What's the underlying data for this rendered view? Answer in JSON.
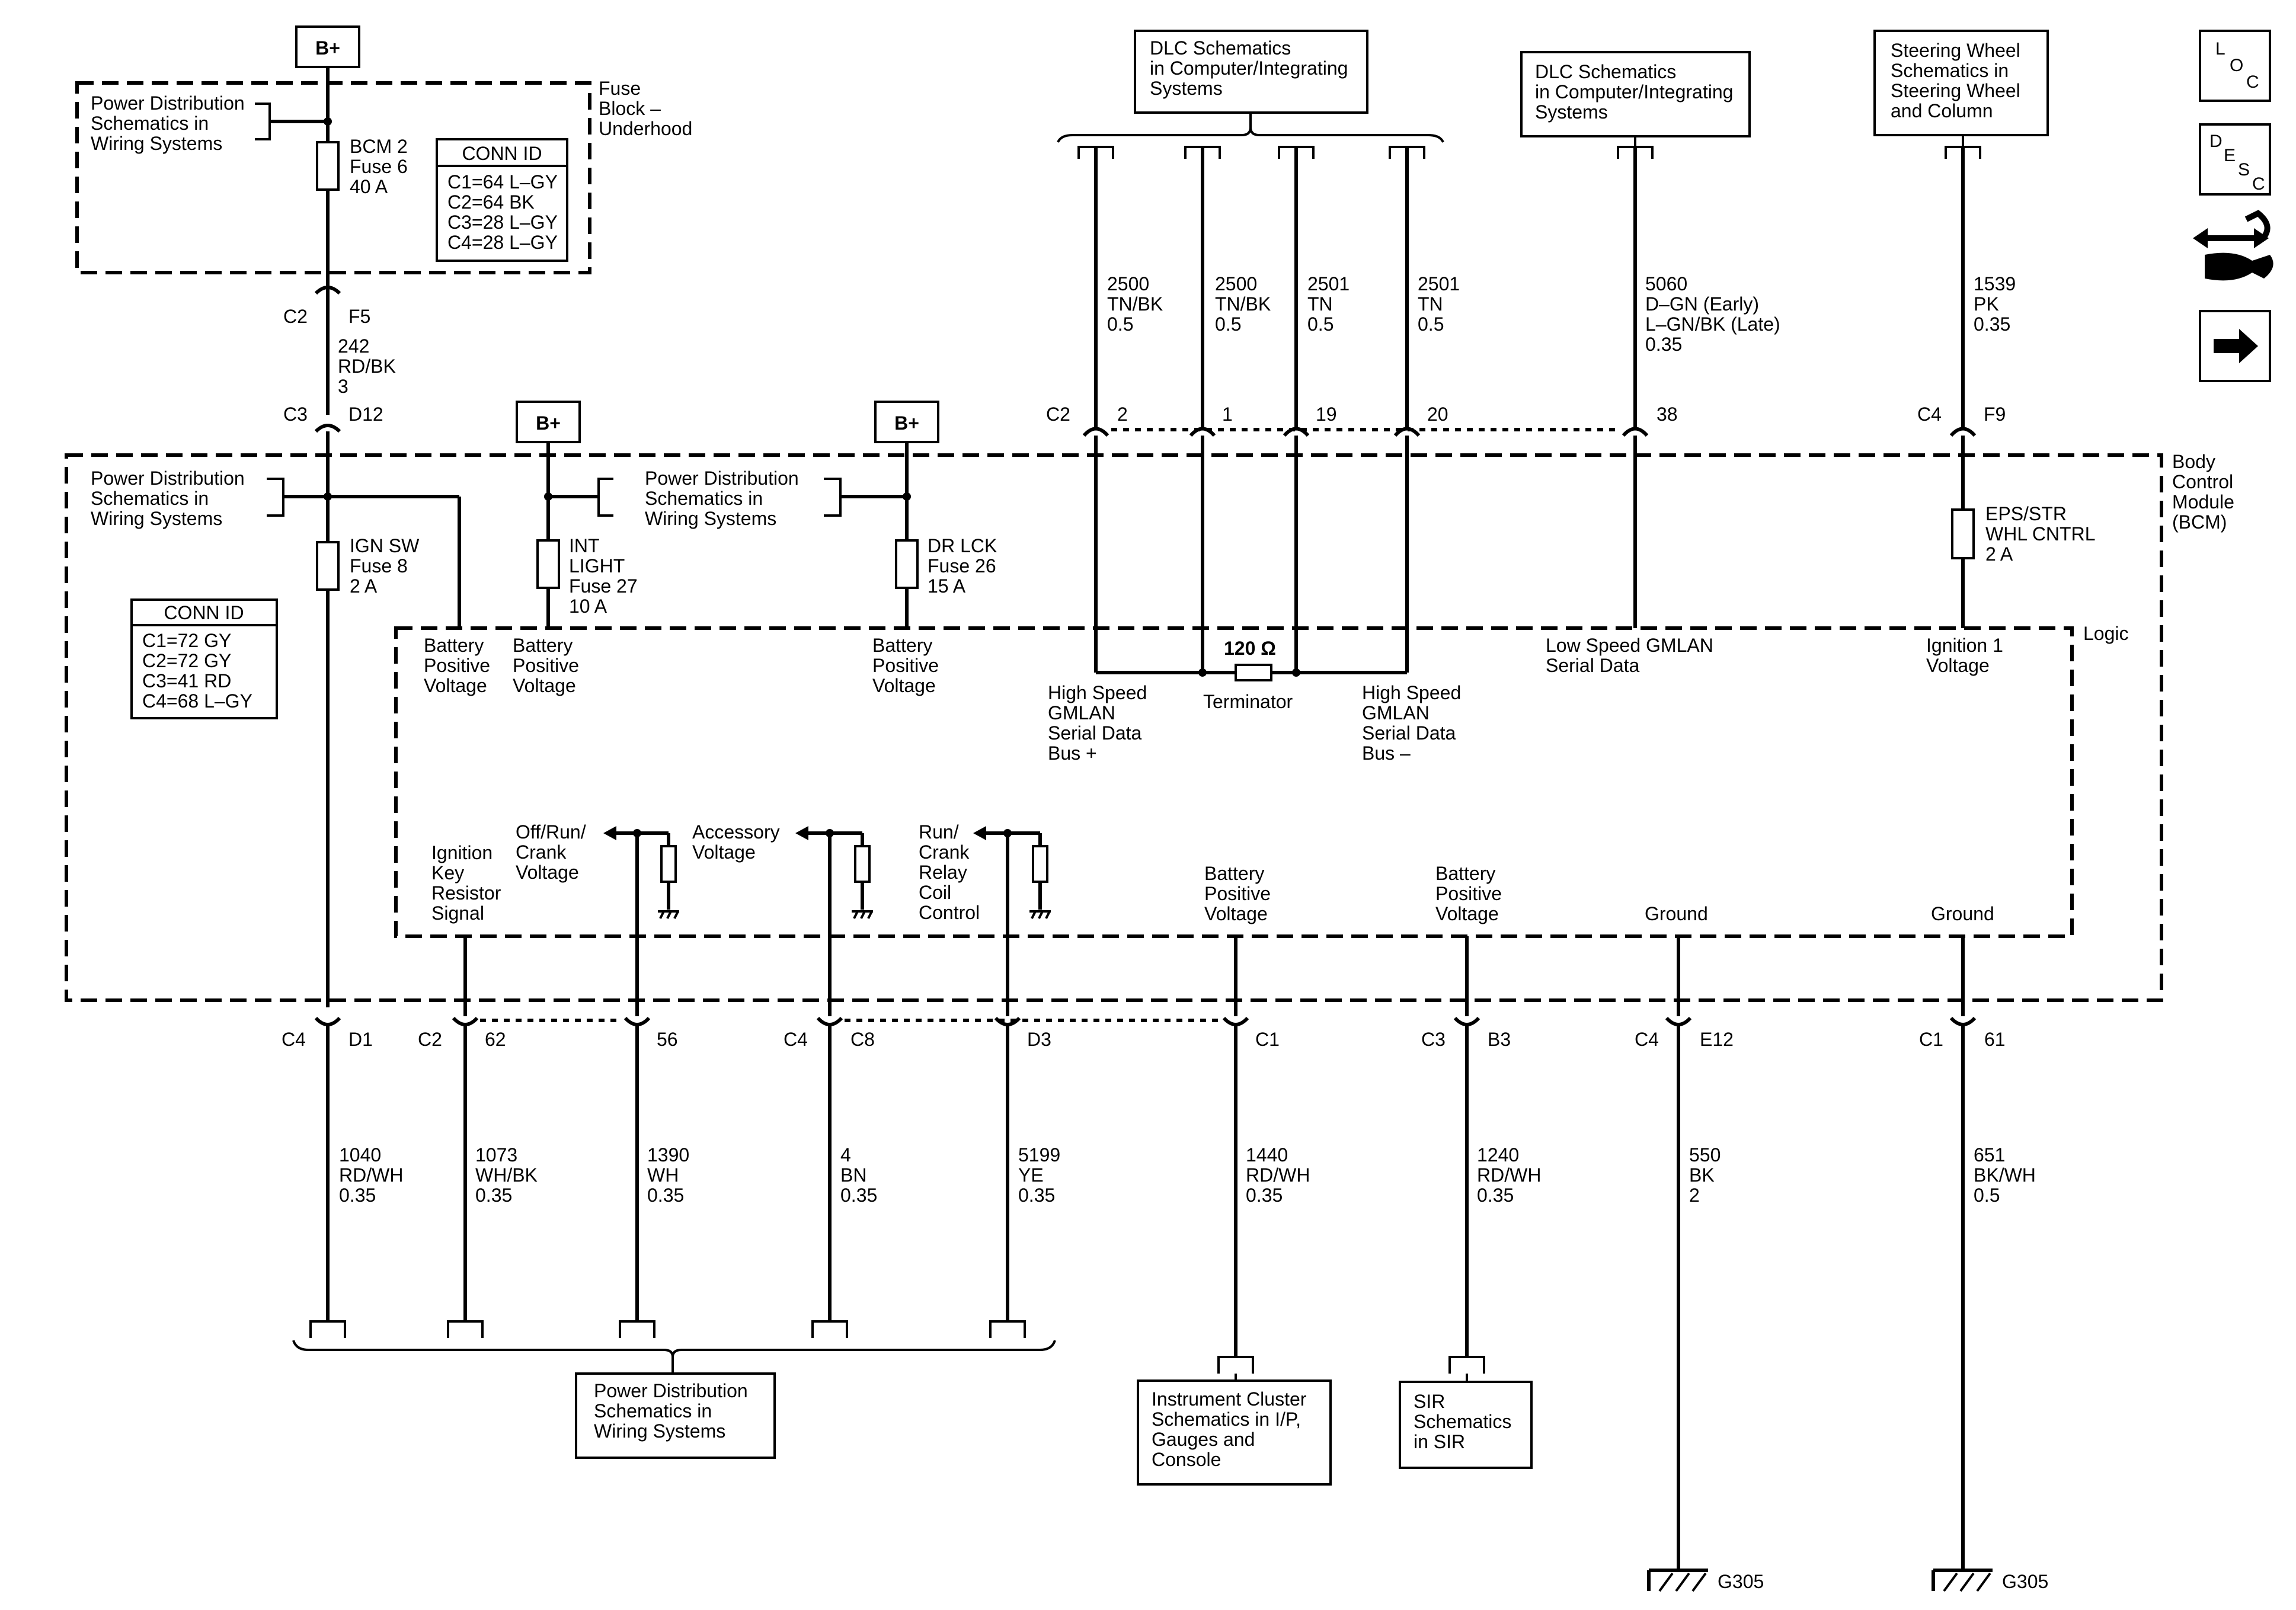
{
  "labels": {
    "bplus": "B+",
    "pd_line1": "Power Distribution",
    "pd_line2": "Schematics in",
    "pd_line3": "Wiring Systems",
    "fuse_block_1": "Fuse",
    "fuse_block_2": "Block –",
    "fuse_block_3": "Underhood",
    "bcm2_1": "BCM 2",
    "bcm2_2": "Fuse 6",
    "bcm2_3": "40 A",
    "conn_id": "CONN ID",
    "conn_top": [
      "C1=64 L–GY",
      "C2=64 BK",
      "C3=28 L–GY",
      "C4=28 L–GY"
    ],
    "conn_bcm": [
      "C1=72 GY",
      "C2=72 GY",
      "C3=41 RD",
      "C4=68 L–GY"
    ],
    "c2": "C2",
    "f5": "F5",
    "w242": [
      "242",
      "RD/BK",
      "3"
    ],
    "c3": "C3",
    "d12": "D12",
    "ign_sw": [
      "IGN SW",
      "Fuse 8",
      "2 A"
    ],
    "int_light": [
      "INT",
      "LIGHT",
      "Fuse 27",
      "10 A"
    ],
    "dr_lck": [
      "DR LCK",
      "Fuse 26",
      "15 A"
    ],
    "batt_pos": [
      "Battery",
      "Positive",
      "Voltage"
    ],
    "dlc_1": [
      "DLC Schematics",
      "in Computer/Integrating",
      "Systems"
    ],
    "dlc_2": [
      "DLC Schematics",
      "in Computer/Integrating",
      "Systems"
    ],
    "steer": [
      "Steering Wheel",
      "Schematics in",
      "Steering Wheel",
      "and Column"
    ],
    "w2500a": [
      "2500",
      "TN/BK",
      "0.5"
    ],
    "w2500b": [
      "2500",
      "TN/BK",
      "0.5"
    ],
    "w2501a": [
      "2501",
      "TN",
      "0.5"
    ],
    "w2501b": [
      "2501",
      "TN",
      "0.5"
    ],
    "w5060": [
      "5060",
      "D–GN (Early)",
      "L–GN/BK (Late)",
      "0.35"
    ],
    "w1539": [
      "1539",
      "PK",
      "0.35"
    ],
    "pin_c2": "C2",
    "pin_2": "2",
    "pin_1": "1",
    "pin_19": "19",
    "pin_20": "20",
    "pin_38": "38",
    "pin_c4": "C4",
    "pin_f9": "F9",
    "bcm_lbl": [
      "Body",
      "Control",
      "Module",
      "(BCM)"
    ],
    "eps": [
      "EPS/STR",
      "WHL CNTRL",
      "2 A"
    ],
    "logic": "Logic",
    "ohm": "120 Ω",
    "terminator": "Terminator",
    "hs_plus": [
      "High Speed",
      "GMLAN",
      "Serial Data",
      "Bus +"
    ],
    "hs_minus": [
      "High Speed",
      "GMLAN",
      "Serial Data",
      "Bus –"
    ],
    "ls_gmlan": [
      "Low Speed GMLAN",
      "Serial Data"
    ],
    "ign1": [
      "Ignition 1",
      "Voltage"
    ],
    "ign_key": [
      "Ignition",
      "Key",
      "Resistor",
      "Signal"
    ],
    "off_run": [
      "Off/Run/",
      "Crank",
      "Voltage"
    ],
    "accessory": [
      "Accessory",
      "Voltage"
    ],
    "run_crank": [
      "Run/",
      "Crank",
      "Relay",
      "Coil",
      "Control"
    ],
    "ground": "Ground",
    "bottom_pins": {
      "c4a": "C4",
      "d1": "D1",
      "c2b": "C2",
      "p62": "62",
      "p56": "56",
      "c4b": "C4",
      "c8": "C8",
      "d3": "D3",
      "c1a": "C1",
      "c3b": "C3",
      "b3": "B3",
      "c4c": "C4",
      "e12": "E12",
      "c1b": "C1",
      "p61": "61"
    },
    "w1040": [
      "1040",
      "RD/WH",
      "0.35"
    ],
    "w1073": [
      "1073",
      "WH/BK",
      "0.35"
    ],
    "w1390": [
      "1390",
      "WH",
      "0.35"
    ],
    "w4": [
      "4",
      "BN",
      "0.35"
    ],
    "w5199": [
      "5199",
      "YE",
      "0.35"
    ],
    "w1440": [
      "1440",
      "RD/WH",
      "0.35"
    ],
    "w1240": [
      "1240",
      "RD/WH",
      "0.35"
    ],
    "w550": [
      "550",
      "BK",
      "2"
    ],
    "w651": [
      "651",
      "BK/WH",
      "0.5"
    ],
    "pd_bottom": [
      "Power Distribution",
      "Schematics in",
      "Wiring Systems"
    ],
    "inst_cluster": [
      "Instrument Cluster",
      "Schematics in I/P,",
      "Gauges and",
      "Console"
    ],
    "sir": [
      "SIR",
      "Schematics",
      "in SIR"
    ],
    "g305": "G305",
    "loc": [
      "L",
      "O",
      "C"
    ],
    "desc": [
      "D",
      "E",
      "S",
      "C"
    ]
  }
}
